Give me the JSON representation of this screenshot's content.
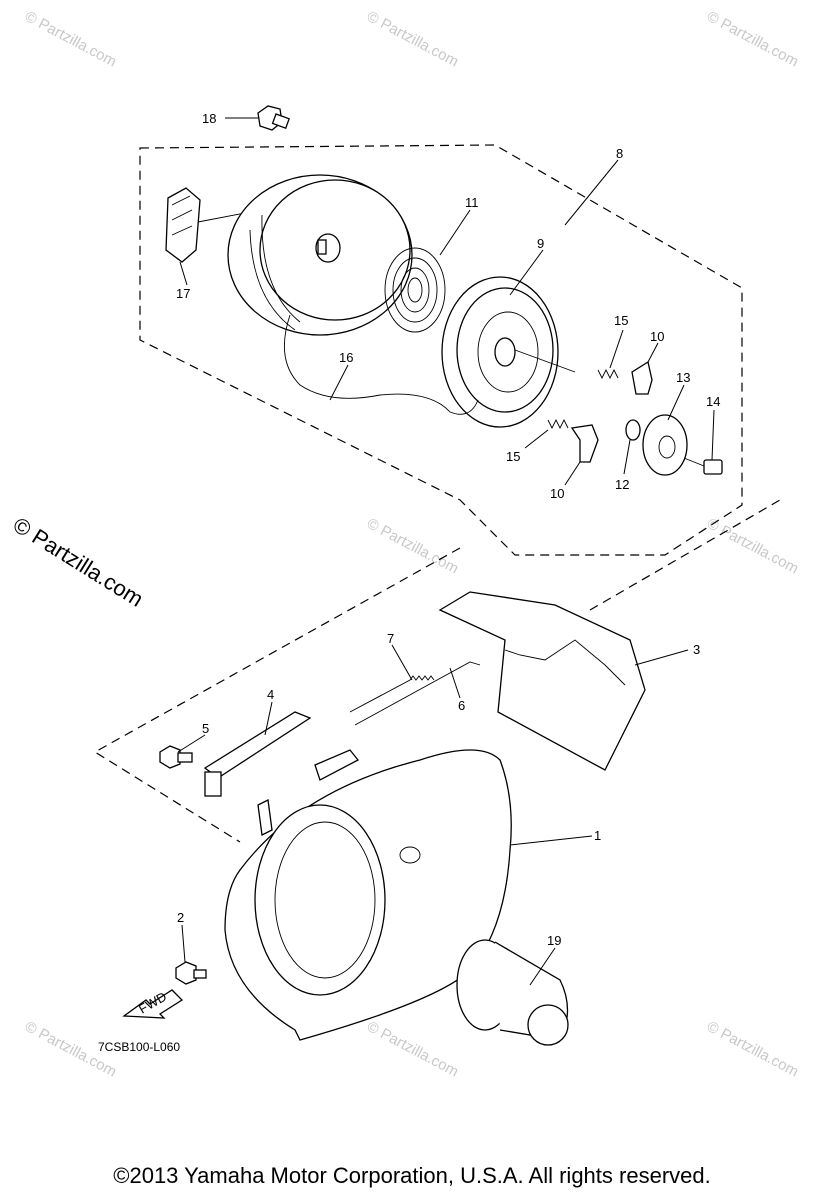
{
  "watermark": {
    "small_text": "© Partzilla.com",
    "large_text": "© Partzilla.com"
  },
  "diagram_code": "7CSB100-L060",
  "fwd_label": "FWD",
  "copyright": "©2013  Yamaha Motor Corporation, U.S.A. All rights reserved.",
  "callouts": {
    "c1": "1",
    "c2": "2",
    "c3": "3",
    "c4": "4",
    "c5": "5",
    "c6": "6",
    "c7": "7",
    "c8": "8",
    "c9": "9",
    "c10a": "10",
    "c10b": "10",
    "c11": "11",
    "c12": "12",
    "c13": "13",
    "c14": "14",
    "c15a": "15",
    "c15b": "15",
    "c16": "16",
    "c17": "17",
    "c18": "18",
    "c19": "19"
  },
  "colors": {
    "line": "#000000",
    "watermark": "#c8c8c8",
    "background": "#ffffff"
  }
}
